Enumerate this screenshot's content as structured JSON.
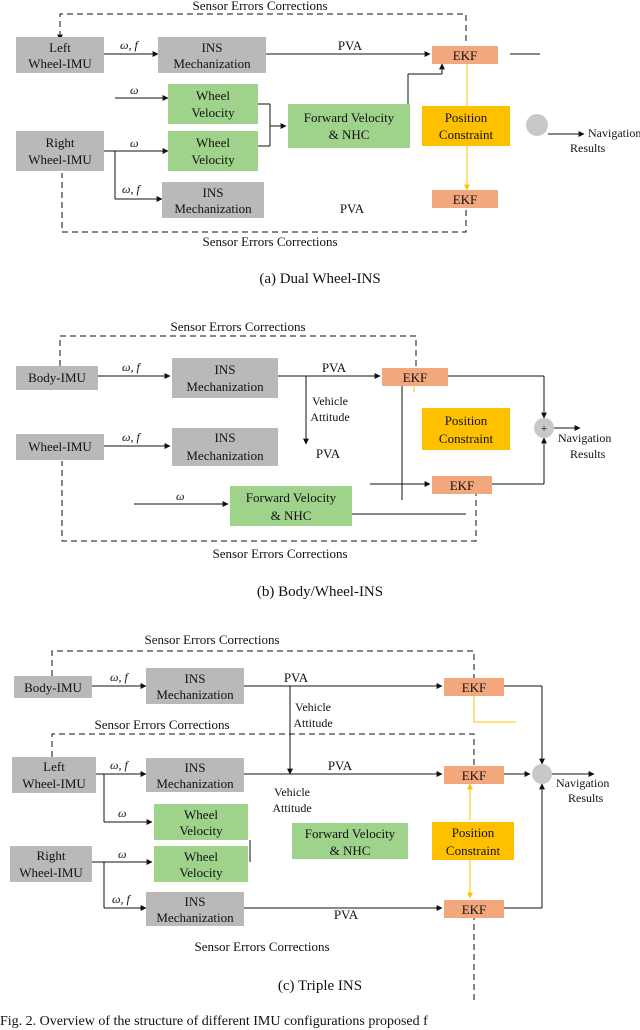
{
  "colors": {
    "gray_box": "#b9b9b9",
    "green_box": "#9fd28a",
    "ekf_box": "#f2a87c",
    "constraint_box": "#ffc000",
    "sum_node": "#c8c8c8",
    "line": "#111111",
    "orange_line": "#ffc000"
  },
  "panel_a": {
    "caption": "(a)  Dual Wheel-INS",
    "top_feedback": "Sensor Errors Corrections",
    "bottom_feedback": "Sensor Errors Corrections",
    "left_imu": [
      "Left",
      "Wheel-IMU"
    ],
    "right_imu": [
      "Right",
      "Wheel-IMU"
    ],
    "ins_top": [
      "INS",
      "Mechanization"
    ],
    "ins_bottom": [
      "INS",
      "Mechanization"
    ],
    "wheel_vel_1": [
      "Wheel",
      "Velocity"
    ],
    "wheel_vel_2": [
      "Wheel",
      "Velocity"
    ],
    "fwd": [
      "Forward Velocity",
      "& NHC"
    ],
    "pos": [
      "Position",
      "Constraint"
    ],
    "ekf_top": "EKF",
    "ekf_bottom": "EKF",
    "pva_top": "PVA",
    "pva_bottom": "PVA",
    "wf_top": "ω, f",
    "w1": "ω",
    "w2": "ω",
    "wf_bottom": "ω, f",
    "nav": [
      "Navigation",
      "Results"
    ]
  },
  "panel_b": {
    "caption": "(b)  Body/Wheel-INS",
    "top_feedback": "Sensor Errors Corrections",
    "bottom_feedback": "Sensor Errors Corrections",
    "body_imu": "Body-IMU",
    "wheel_imu": "Wheel-IMU",
    "ins_top": [
      "INS",
      "Mechanization"
    ],
    "ins_bottom": [
      "INS",
      "Mechanization"
    ],
    "pos": [
      "Position",
      "Constraint"
    ],
    "fwd": [
      "Forward Velocity",
      "& NHC"
    ],
    "ekf_top": "EKF",
    "ekf_bottom": "EKF",
    "pva_top": "PVA",
    "pva_low": "PVA",
    "vehicle_attitude": [
      "Vehicle",
      "Attitude"
    ],
    "wf_top": "ω, f",
    "wf_mid": "ω, f",
    "w": "ω",
    "sum": "+",
    "nav": [
      "Navigation",
      "Results"
    ]
  },
  "panel_c": {
    "caption": "(c)  Triple INS",
    "top_feedback": "Sensor Errors Corrections",
    "mid_feedback": "Sensor Errors Corrections",
    "bottom_feedback": "Sensor Errors Corrections",
    "body_imu": "Body-IMU",
    "left_imu": [
      "Left",
      "Wheel-IMU"
    ],
    "right_imu": [
      "Right",
      "Wheel-IMU"
    ],
    "ins_1": [
      "INS",
      "Mechanization"
    ],
    "ins_2": [
      "INS",
      "Mechanization"
    ],
    "ins_3": [
      "INS",
      "Mechanization"
    ],
    "wheel_vel_1": [
      "Wheel",
      "Velocity"
    ],
    "wheel_vel_2": [
      "Wheel",
      "Velocity"
    ],
    "fwd": [
      "Forward Velocity",
      "& NHC"
    ],
    "pos": [
      "Position",
      "Constraint"
    ],
    "ekf_1": "EKF",
    "ekf_2": "EKF",
    "ekf_3": "EKF",
    "pva_1": "PVA",
    "pva_2": "PVA",
    "pva_3": "PVA",
    "vehicle_attitude_1": [
      "Vehicle",
      "Attitude"
    ],
    "vehicle_attitude_2": [
      "Vehicle",
      "Attitude"
    ],
    "wf_1": "ω, f",
    "wf_2": "ω, f",
    "w_1": "ω",
    "w_2": "ω",
    "wf_3": "ω, f",
    "nav": [
      "Navigation",
      "Results"
    ]
  },
  "footnote": "Fig. 2.  Overview of the structure of different IMU configurations proposed f"
}
